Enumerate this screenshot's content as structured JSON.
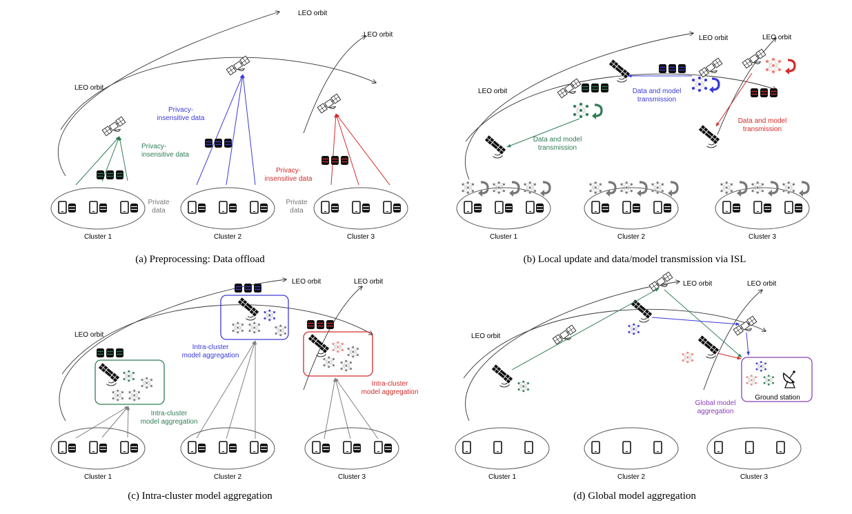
{
  "colors": {
    "green": "#2e7d55",
    "blue": "#3a3ad6",
    "red": "#d42a2a",
    "purple": "#8a3fb5",
    "gray": "#8a8a8a",
    "salmon": "#f28070"
  },
  "panels": {
    "a": {
      "caption": "(a) Preprocessing: Data offload",
      "orbit_labels": [
        "LEO orbit",
        "LEO orbit",
        "LEO orbit"
      ],
      "green_text": "Privacy-\ninsensitive data",
      "blue_text": "Privacy-\ninsensitive data",
      "red_text": "Privacy-\ninsensitive data",
      "private_data_1": "Private\ndata",
      "private_data_2": "Private\ndata",
      "clusters": [
        "Cluster 1",
        "Cluster 2",
        "Cluster 3"
      ]
    },
    "b": {
      "caption": "(b) Local update and data/model transmission via ISL",
      "orbit_labels": [
        "LEO orbit",
        "LEO orbit",
        "LEO orbit"
      ],
      "green_text": "Data and model\ntransmission",
      "blue_text": "Data and model\ntransmission",
      "red_text": "Data and model\ntransmission",
      "clusters": [
        "Cluster 1",
        "Cluster 2",
        "Cluster 3"
      ]
    },
    "c": {
      "caption": "(c) Intra-cluster model aggregation",
      "orbit_labels": [
        "LEO orbit",
        "LEO orbit",
        "LEO orbit"
      ],
      "green_text": "Intra-cluster\nmodel aggregation",
      "blue_text": "Intra-cluster\nmodel aggregation",
      "red_text": "Intra-cluster\nmodel aggregation",
      "clusters": [
        "Cluster 1",
        "Cluster 2",
        "Cluster 3"
      ]
    },
    "d": {
      "caption": "(d) Global model aggregation",
      "orbit_labels": [
        "LEO orbit",
        "LEO orbit",
        "LEO orbit"
      ],
      "purple_text": "Global model\naggregation",
      "ground_station": "Ground station",
      "clusters": [
        "Cluster 1",
        "Cluster 2",
        "Cluster 3"
      ]
    }
  }
}
